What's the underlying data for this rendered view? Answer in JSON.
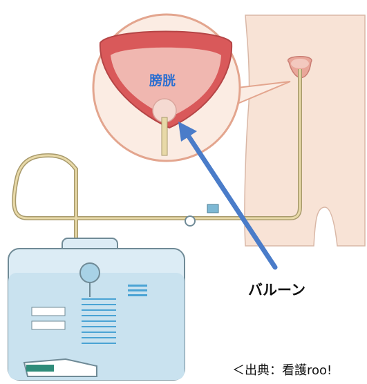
{
  "labels": {
    "bladder": "膀胱",
    "balloon": "バルーン",
    "source": "＜出典：看護roo!"
  },
  "colors": {
    "skin": "#f8e3d6",
    "skin_outline": "#d9b7a6",
    "bladder_outer": "#d9595a",
    "bladder_inner": "#f0b7b0",
    "urine_bag": "#dcecf5",
    "bag_outline": "#6f8a96",
    "arrow": "#4a7cc9",
    "tube": "#e8d9a8"
  },
  "icons": [
    "bladder-zoom-icon",
    "body-silhouette-icon",
    "catheter-tube-icon",
    "urine-bag-icon",
    "pointer-arrow-icon"
  ]
}
